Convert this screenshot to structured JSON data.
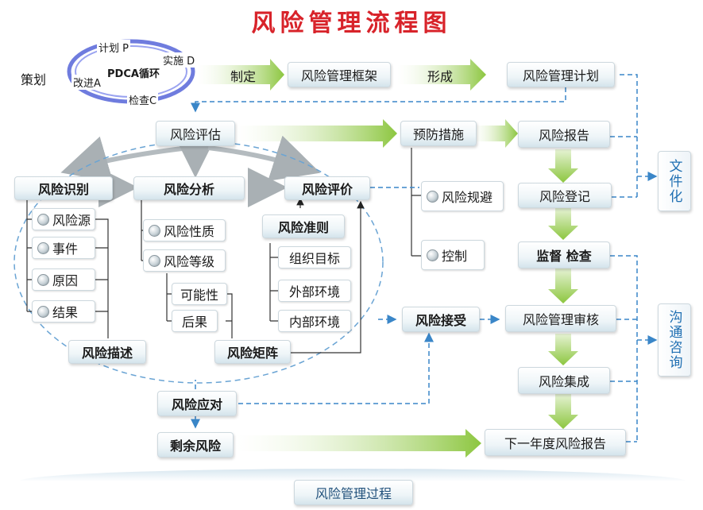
{
  "title": "风险管理流程图",
  "planning": {
    "label": "策划",
    "pdca_center": "PDCA循环",
    "plan": "计划 P",
    "do": "实施 D",
    "check": "检查C",
    "act": "改进A"
  },
  "flow": {
    "formulate": "制定",
    "framework": "风险管理框架",
    "form": "形成",
    "plan": "风险管理计划"
  },
  "assessment": {
    "title": "风险评估",
    "identification": "风险识别",
    "analysis": "风险分析",
    "evaluation": "风险评价",
    "id_items": [
      "风险源",
      "事件",
      "原因",
      "结果"
    ],
    "description": "风险描述",
    "nature": "风险性质",
    "level": "风险等级",
    "likelihood": "可能性",
    "consequence": "后果",
    "matrix": "风险矩阵",
    "criteria_title": "风险准则",
    "criteria": [
      "组织目标",
      "外部环境",
      "内部环境"
    ]
  },
  "prevention": {
    "title": "预防措施",
    "avoid": "风险规避",
    "control": "控制"
  },
  "right_column": {
    "report": "风险报告",
    "register": "风险登记",
    "monitor": "监督  检查",
    "audit": "风险管理审核",
    "integration": "风险集成",
    "next_report": "下一年度风险报告"
  },
  "accept": "风险接受",
  "response": "风险应对",
  "residual": "剩余风险",
  "side": {
    "documentation": "文件化",
    "communication": "沟通咨询"
  },
  "process": "风险管理过程",
  "colors": {
    "title": "#d8232a",
    "dashed": "#3a86c8",
    "arrow_green": "#8cc63f",
    "side_text": "#1f6fb2"
  }
}
